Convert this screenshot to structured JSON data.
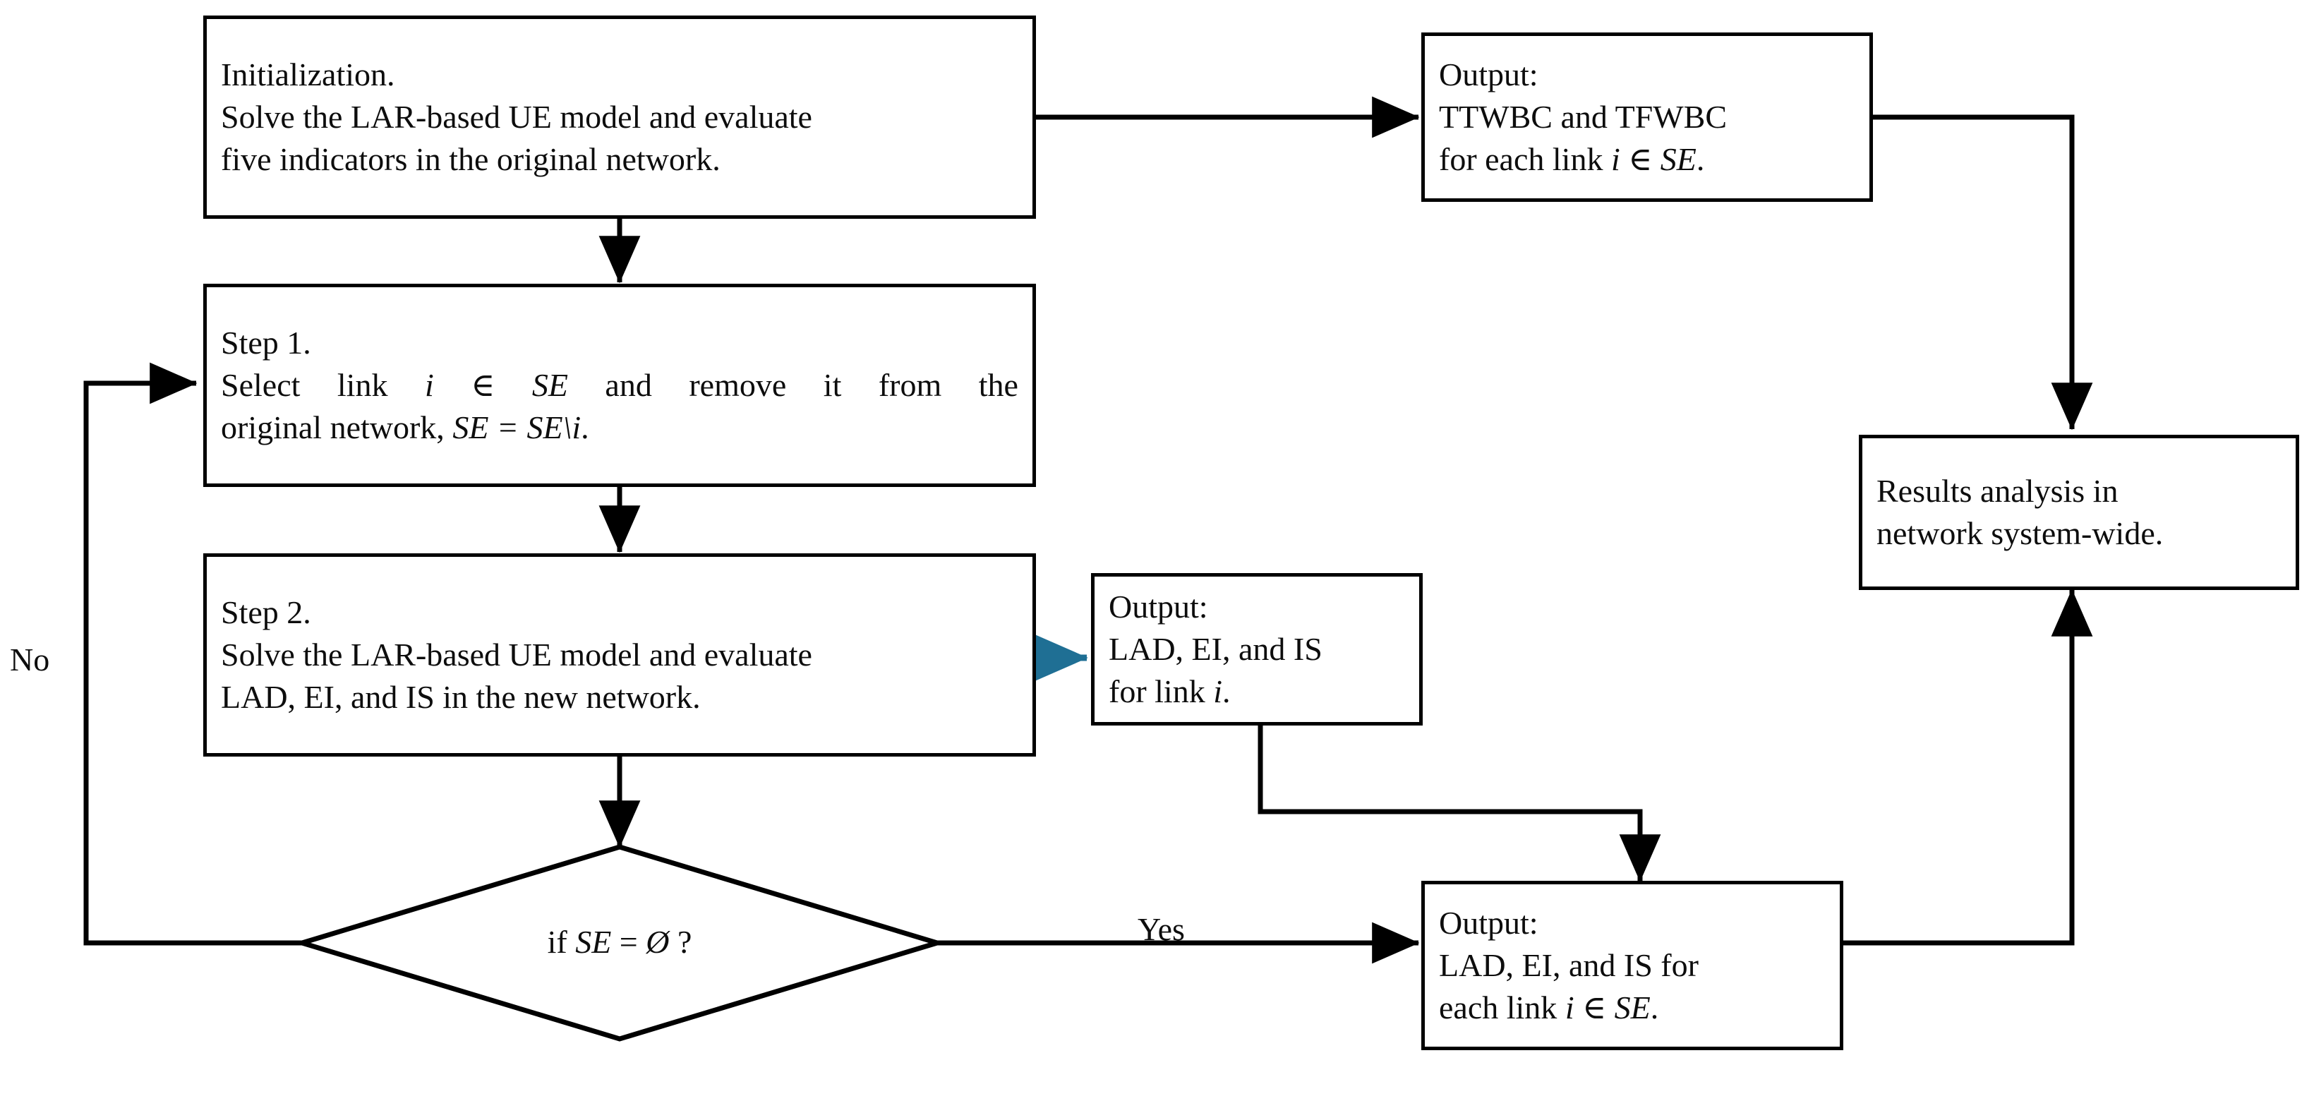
{
  "diagram": {
    "title": "LAR-based UE model link-removal evaluation flowchart",
    "colors": {
      "stroke": "#000000",
      "accent_arrow": "#1F6F94",
      "background": "#FFFFFF",
      "text": "#0D0D0D"
    }
  },
  "nodes": {
    "initialization": {
      "shape": "process",
      "line1": "Initialization.",
      "line2": "Solve the LAR-based UE model and evaluate",
      "line3": "five indicators in the original network."
    },
    "output_ttwbc": {
      "shape": "process",
      "line1": "Output:",
      "line2": "TTWBC and TFWBC",
      "line3_pre": "for each link ",
      "line3_var_i": "i",
      "line3_mid": " ∈ ",
      "line3_var_se": "SE",
      "line3_post": "."
    },
    "step1": {
      "shape": "process",
      "line1": "Step 1.",
      "line2_pre": "Select  link  ",
      "line2_var_i": "i",
      "line2_mid": " ∈ ",
      "line2_var_se": "SE",
      "line2_post": "  and  remove  it  from  the",
      "line3_pre": "original  network, ",
      "line3_expr": "SE = SE\\i",
      "line3_post": "."
    },
    "step2": {
      "shape": "process",
      "line1": "Step 2.",
      "line2": "Solve the LAR-based UE model and evaluate",
      "line3": "LAD, EI, and IS in the new network."
    },
    "output_link_i": {
      "shape": "process",
      "line1": "Output:",
      "line2": "LAD, EI, and IS",
      "line3_pre": "for link ",
      "line3_var_i": "i",
      "line3_post": "."
    },
    "decision": {
      "shape": "diamond",
      "label_pre": "if ",
      "label_var_se": "SE",
      "label_mid": " = ",
      "label_empty": "Ø",
      "label_post": " ?"
    },
    "output_each_link": {
      "shape": "process",
      "line1": "Output:",
      "line2": "LAD, EI, and IS for",
      "line3_pre": "each link ",
      "line3_var_i": "i",
      "line3_mid": " ∈ ",
      "line3_var_se": "SE",
      "line3_post": "."
    },
    "results_analysis": {
      "shape": "process",
      "line1": "Results    analysis    in",
      "line2": "network system-wide."
    }
  },
  "edge_labels": {
    "no": "No",
    "yes": "Yes"
  },
  "edges": [
    {
      "name": "init-to-output-ttwbc",
      "from": "initialization",
      "to": "output_ttwbc",
      "label": "",
      "color": "#000000"
    },
    {
      "name": "init-to-step1",
      "from": "initialization",
      "to": "step1",
      "label": "",
      "color": "#000000"
    },
    {
      "name": "step1-to-step2",
      "from": "step1",
      "to": "step2",
      "label": "",
      "color": "#000000"
    },
    {
      "name": "step2-to-output-link-i",
      "from": "step2",
      "to": "output_link_i",
      "label": "",
      "color": "#1F6F94"
    },
    {
      "name": "step2-to-decision",
      "from": "step2",
      "to": "decision",
      "label": "",
      "color": "#000000"
    },
    {
      "name": "decision-no-to-step1",
      "from": "decision",
      "to": "step1",
      "label": "No",
      "color": "#000000"
    },
    {
      "name": "decision-yes-to-output-each-link",
      "from": "decision",
      "to": "output_each_link",
      "label": "Yes",
      "color": "#000000"
    },
    {
      "name": "output-link-i-to-output-each-link",
      "from": "output_link_i",
      "to": "output_each_link",
      "label": "",
      "color": "#000000"
    },
    {
      "name": "output-ttwbc-to-results",
      "from": "output_ttwbc",
      "to": "results_analysis",
      "label": "",
      "color": "#000000"
    },
    {
      "name": "output-each-link-to-results",
      "from": "output_each_link",
      "to": "results_analysis",
      "label": "",
      "color": "#000000"
    }
  ]
}
